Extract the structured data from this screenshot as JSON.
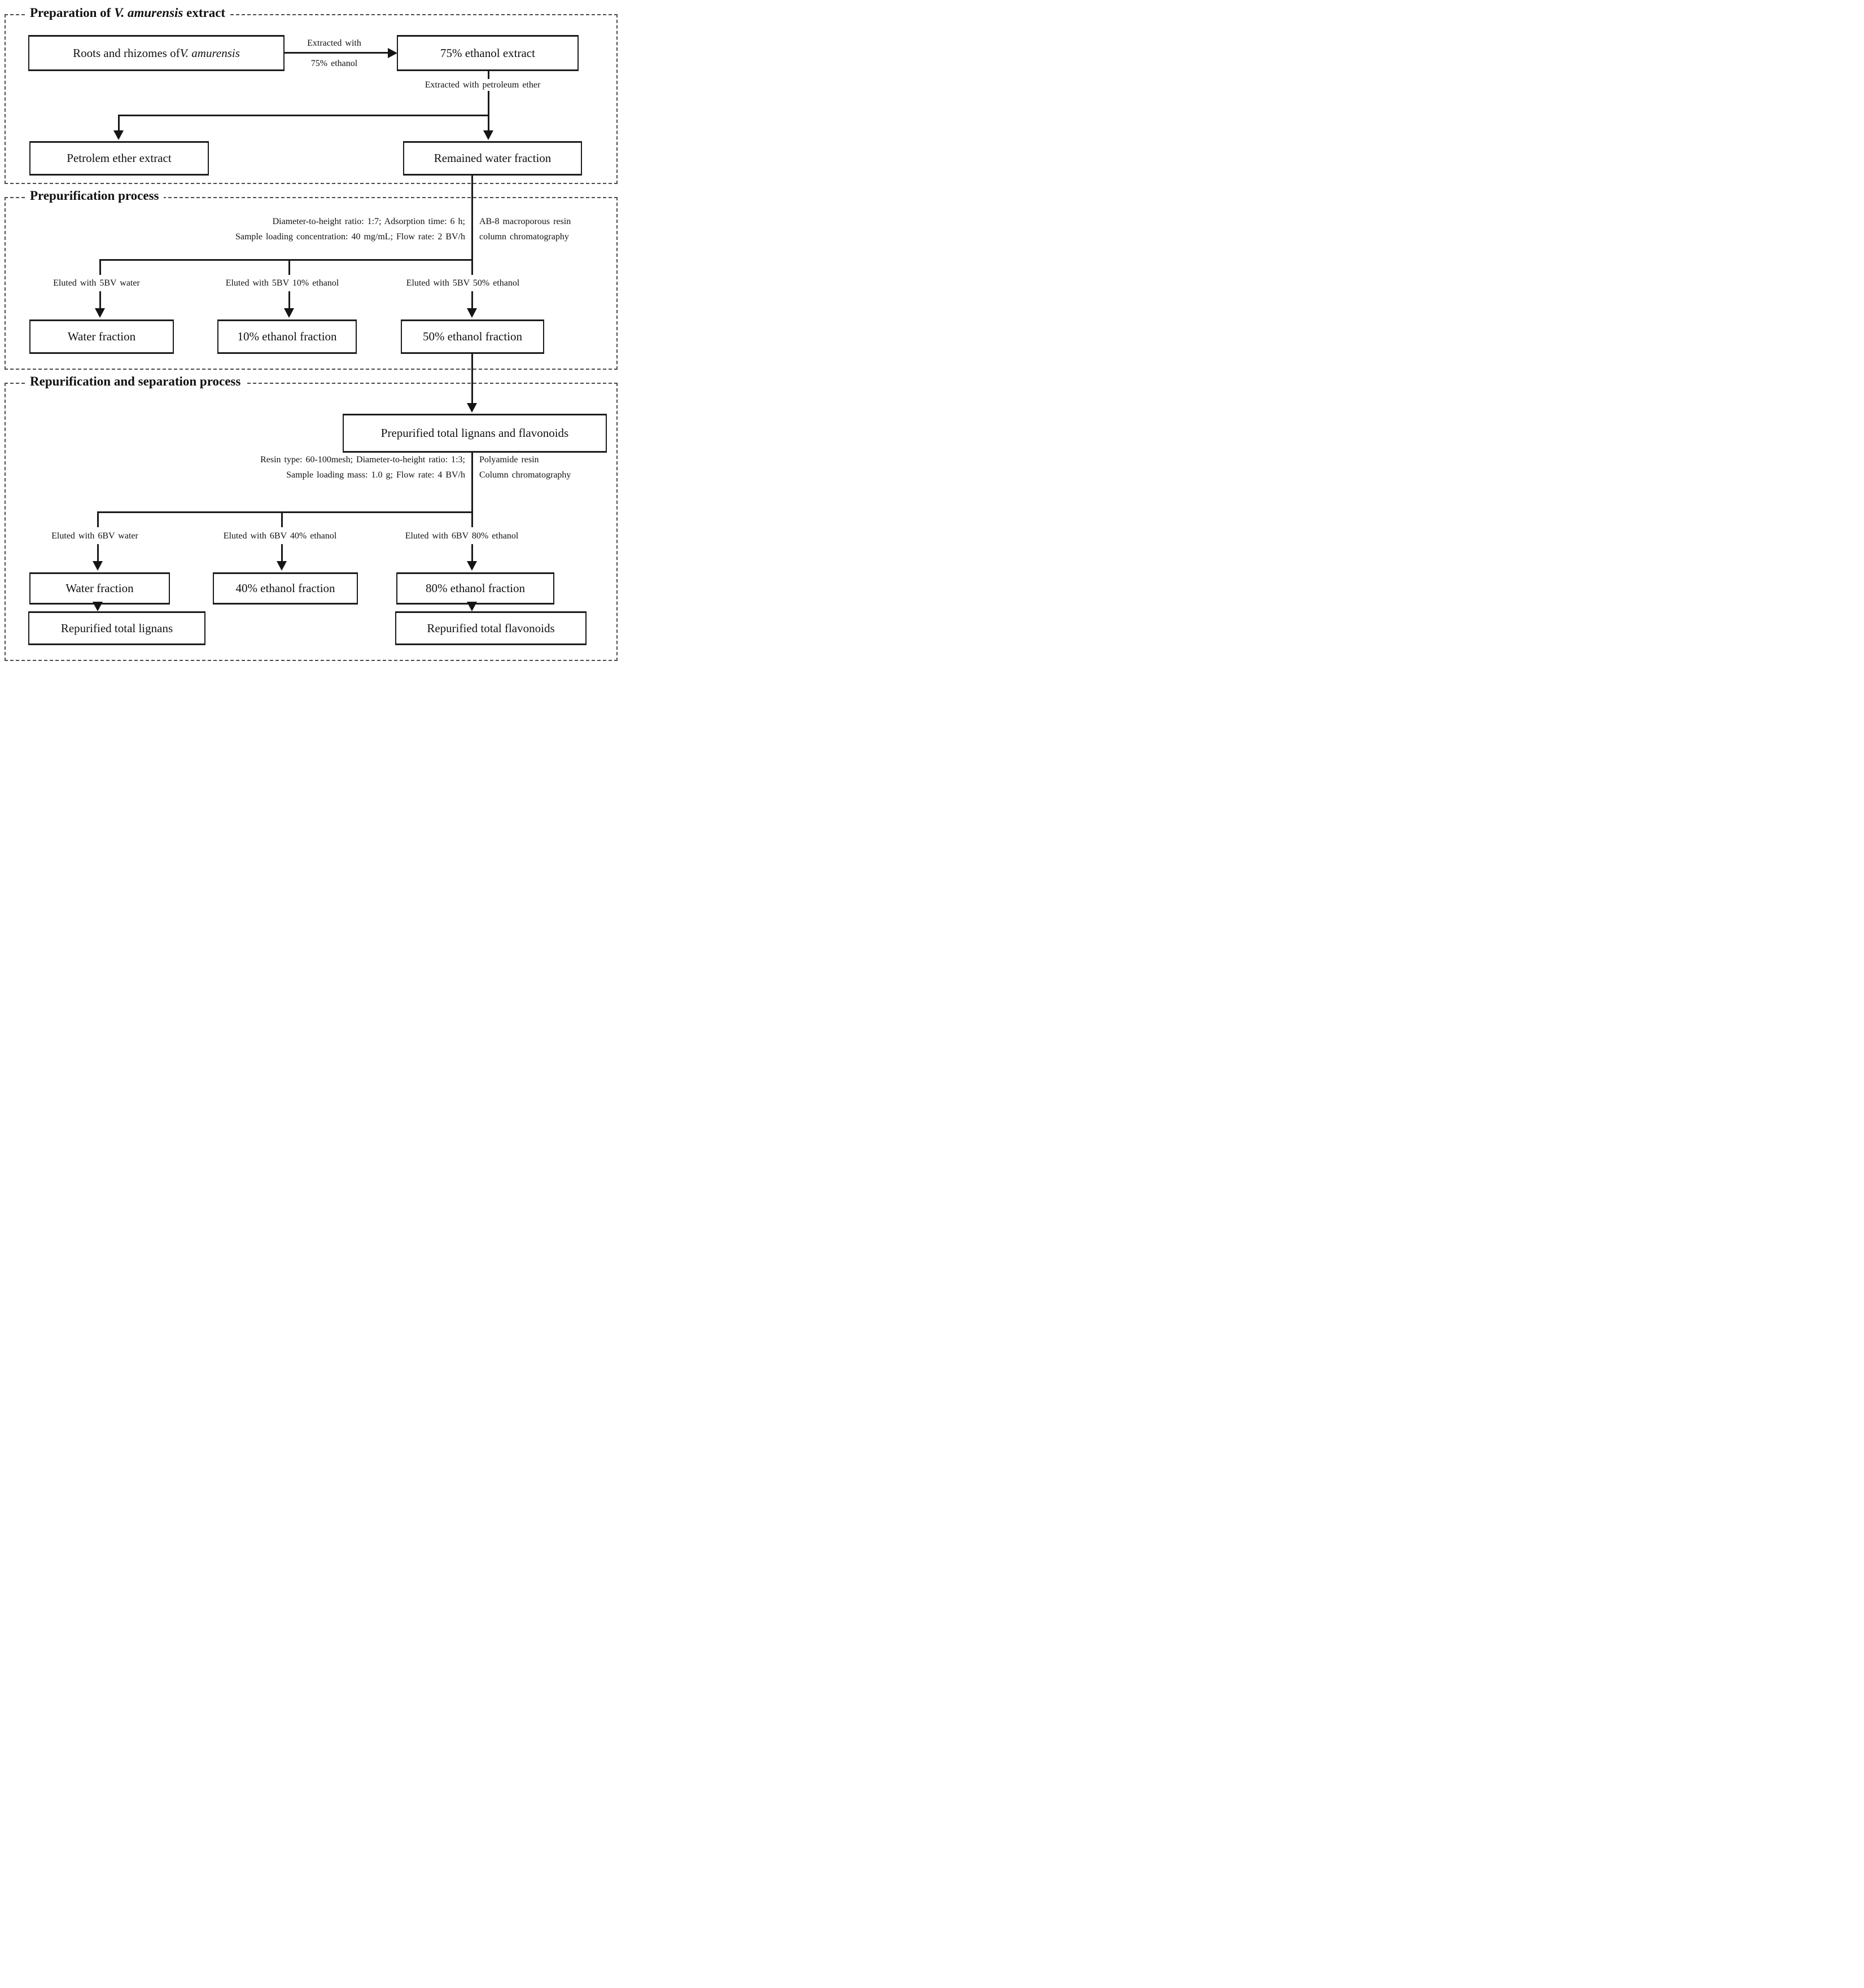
{
  "diagram": {
    "s1": {
      "title_prefix": "Preparation of ",
      "title_italic": "V. amurensis",
      "title_suffix": " extract",
      "roots_box_prefix": "Roots and rhizomes of ",
      "roots_box_italic": "V. amurensis",
      "extract_arrow_label_top": "Extracted with",
      "extract_arrow_label_bottom": "75% ethanol",
      "ethanol_extract_box": "75% ethanol extract",
      "petroleum_step_label": "Extracted with petroleum ether",
      "petroleum_box": "Petrolem ether extract",
      "remained_water_box": "Remained water fraction"
    },
    "s2": {
      "title": "Prepurification process",
      "params_line1": "Diameter-to-height ratio: 1:7; Adsorption time: 6 h;",
      "params_line2": "Sample loading concentration: 40 mg/mL; Flow rate: 2 BV/h",
      "resin_line1": "AB-8 macroporous resin",
      "resin_line2": "column chromatography",
      "branches": [
        {
          "label": "Eluted with 5BV water",
          "box": "Water fraction"
        },
        {
          "label": "Eluted with 5BV 10% ethanol",
          "box": "10% ethanol fraction"
        },
        {
          "label": "Eluted with 5BV 50% ethanol",
          "box": "50% ethanol fraction"
        }
      ]
    },
    "s3": {
      "title": "Repurification and separation process",
      "prepurified_box": "Prepurified total lignans and flavonoids",
      "params_line1": "Resin type: 60-100mesh; Diameter-to-height ratio: 1:3;",
      "params_line2": "Sample loading mass: 1.0 g; Flow rate: 4 BV/h",
      "resin_line1": "Polyamide resin",
      "resin_line2": "Column chromatography",
      "branches": [
        {
          "label": "Eluted with 6BV water",
          "box": "Water fraction"
        },
        {
          "label": "Eluted with 6BV 40% ethanol",
          "box": "40% ethanol fraction"
        },
        {
          "label": "Eluted with 6BV 80% ethanol",
          "box": "80% ethanol fraction"
        }
      ],
      "repurified_lignans_box": "Repurified total lignans",
      "repurified_flavonoids_box": "Repurified total flavonoids"
    },
    "colors": {
      "line": "#1a1a1a",
      "dashed_border": "#4a4a4a",
      "text": "#111111",
      "background": "#ffffff"
    }
  }
}
